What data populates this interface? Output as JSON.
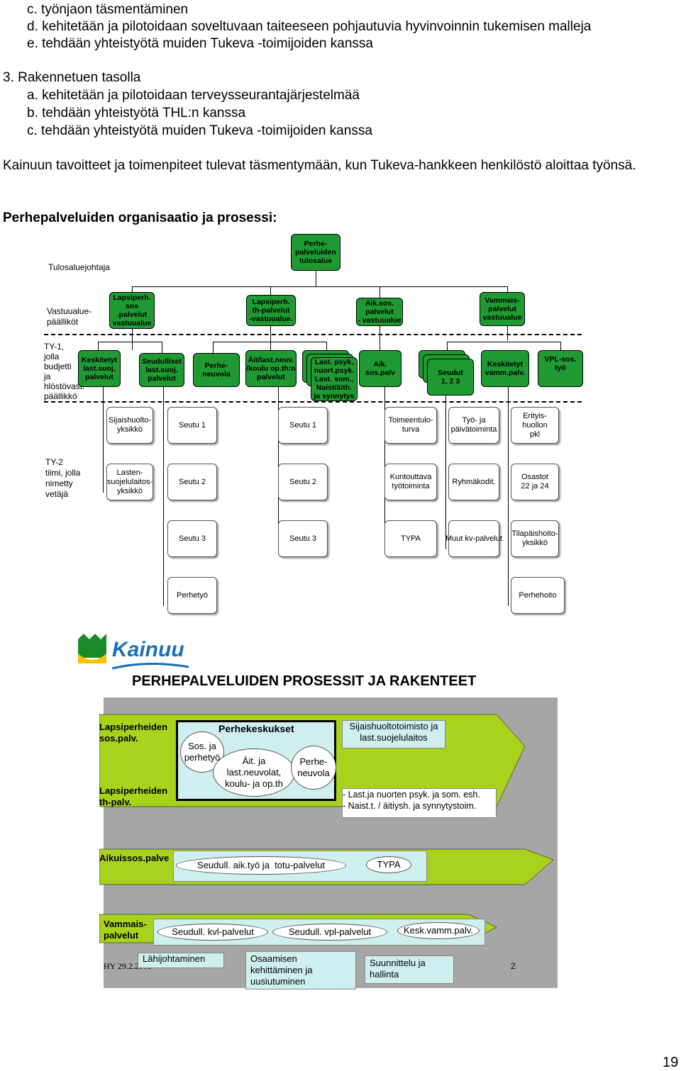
{
  "intro": {
    "lines": [
      "c.  työnjaon täsmentäminen",
      "d.  kehitetään ja pilotoidaan soveltuvaan taiteeseen pohjautuvia hyvinvoinnin tukemisen malleja",
      "e.  tehdään yhteistyötä muiden Tukeva -toimijoiden kanssa",
      "3.  Rakennetuen tasolla",
      "a.  kehitetään ja pilotoidaan terveysseurantajärjestelmää",
      "b.  tehdään yhteistyötä THL:n kanssa",
      "c.  tehdään yhteistyötä muiden Tukeva -toimijoiden kanssa"
    ],
    "paragraph": "Kainuun tavoitteet ja toimenpiteet tulevat täsmentymään, kun Tukeva-hankkeen henkilöstö aloittaa työnsä.",
    "heading": "Perhepalveluiden organisaatio ja prosessi:"
  },
  "org": {
    "top_label": "Tulosaluejohtaja",
    "top_box": "Perhe-\npalveluiden\ntulosalue",
    "level2_label": "Vastuualue-\npäälliköt",
    "level2_boxes": [
      "Lapsiperh.\nsos\n.palvelut\nvastuualue",
      "Lapsiperh.\nth-palvelut\n-vastuualue.",
      "Aik.sos.\npalvelut\n- vastuualue",
      "Vammais-\npalvelut\nvastuualue"
    ],
    "level3_label": "TY-1,\njolla\nbudjetti\nja\nhlöstövast.\npäällikkö",
    "level3_boxes": [
      "Keskitetyt\nlast.suoj,\npalvelut",
      "Seudulliset\nlast.suoj.\npalvelut",
      "Perhe-\nneuvola",
      "Äit/last.neuv.\n/koulu op.th:n\npalvelut",
      "Last. psyk,\nnuort.psyk.\nLast. som.,\nNaist/äith.\nja synnytys",
      "Aik.\nsos.palv",
      "Seudut\n1, 2 3",
      "Keskitetyt\nvamm.palv.",
      "VPL-sos.\ntyö"
    ],
    "level4_label": "TY-2\ntiimi, jolla\nnimetty\nvetäjä",
    "row1": [
      "Sijaishuolto-\nyksikkö",
      "Seutu 1",
      "Seutu 1",
      "Toimeentulo-\nturva",
      "Työ- ja\npäivätoiminta",
      "Erityis-\nhuollon\npkl"
    ],
    "row2": [
      "Lasten-\nsuojelulaitos-\nyksikkö",
      "Seutu 2",
      "Seutu 2",
      "Kuntouttava\ntyötoiminta",
      "Ryhmäkodit.",
      "Osastot\n22 ja 24"
    ],
    "row3": [
      "Seutu 3",
      "Seutu 3",
      "TYPA",
      "Muut kv-palvelut",
      "Tilapäishoito-\nyksikkö"
    ],
    "row4": [
      "Perhetyö",
      "Perhehoito"
    ]
  },
  "process": {
    "logo_text": "Kainuu",
    "title": "PERHEPALVELUIDEN PROSESSIT JA RAKENTEET",
    "lapsi_sos": "Lapsiperheiden\nsos.palv.",
    "lapsi_th": "Lapsiperheiden\nth-palv.",
    "perhekeskukset": "Perhekeskukset",
    "sos_perhetyo": "Sos. ja\nperhetyö",
    "ait_last": "Äit. ja\nlast.neuvolat,\nkoulu- ja op.th",
    "perheneuvola": "Perhe-\nneuvola",
    "sijaishuolto": "Sijaishuoltotoimisto ja\nlast.suojelulaitos",
    "lastpsyk": "- Last.ja nuorten psyk. ja som. esh.\n- Naist.t. / äitiysh. ja synnytystoim.",
    "aikuissos": "Aikuissos.palve",
    "seudull_aik": "Seudull. aik.työ ja  totu-palvelut",
    "typa": "TYPA",
    "vammais": "Vammais-\npalvelut",
    "seudull_kvl": "Seudull. kvl-palvelut",
    "seudull_vpl": "Seudull. vpl-palvelut",
    "kesk_vamm": "Kesk.vamm.palv.",
    "footer_left": "HY 29.2.2008",
    "footer_page": "2",
    "lahijohtaminen": "Lähijohtaminen",
    "osaaminen": "Osaamisen\nkehittäminen ja\nuusiutuminen",
    "suunnittelu": "Suunnittelu ja\nhallinta"
  },
  "page_number": "19",
  "colors": {
    "org_green": "#1f9a32",
    "arrow_green": "#a8d21c",
    "panel_gray": "#a6a6a6",
    "cyan_box": "#cfeef0"
  }
}
